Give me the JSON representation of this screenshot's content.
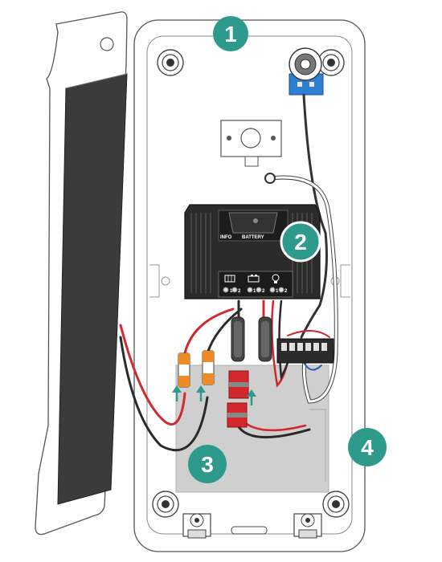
{
  "callouts": [
    {
      "label": "1",
      "part": "enclosure"
    },
    {
      "label": "2",
      "part": "charge-controller"
    },
    {
      "label": "3",
      "part": "battery"
    },
    {
      "label": "4",
      "part": "enclosure-housing"
    }
  ],
  "controller": {
    "info_label": "INFO",
    "battery_label": "BATTERY",
    "terminals": [
      "1",
      "2",
      "1",
      "2",
      "1",
      "2"
    ]
  },
  "colors": {
    "callout": "#2e9a8c",
    "arrow": "#2e9a8c",
    "battery_fill": "#cfcfcf",
    "controller_body": "#2b2b2b",
    "wire_red": "#d2282e",
    "wire_black": "#2a2a2a",
    "connector_orange": "#f08a24",
    "connector_red": "#d2282e",
    "switch_blue": "#2f7fd1",
    "panel": "#3a3a3a"
  },
  "icons": [
    "mounting-screw-icon",
    "arrow-up-icon",
    "solar-icon",
    "battery-icon",
    "bulb-icon"
  ]
}
